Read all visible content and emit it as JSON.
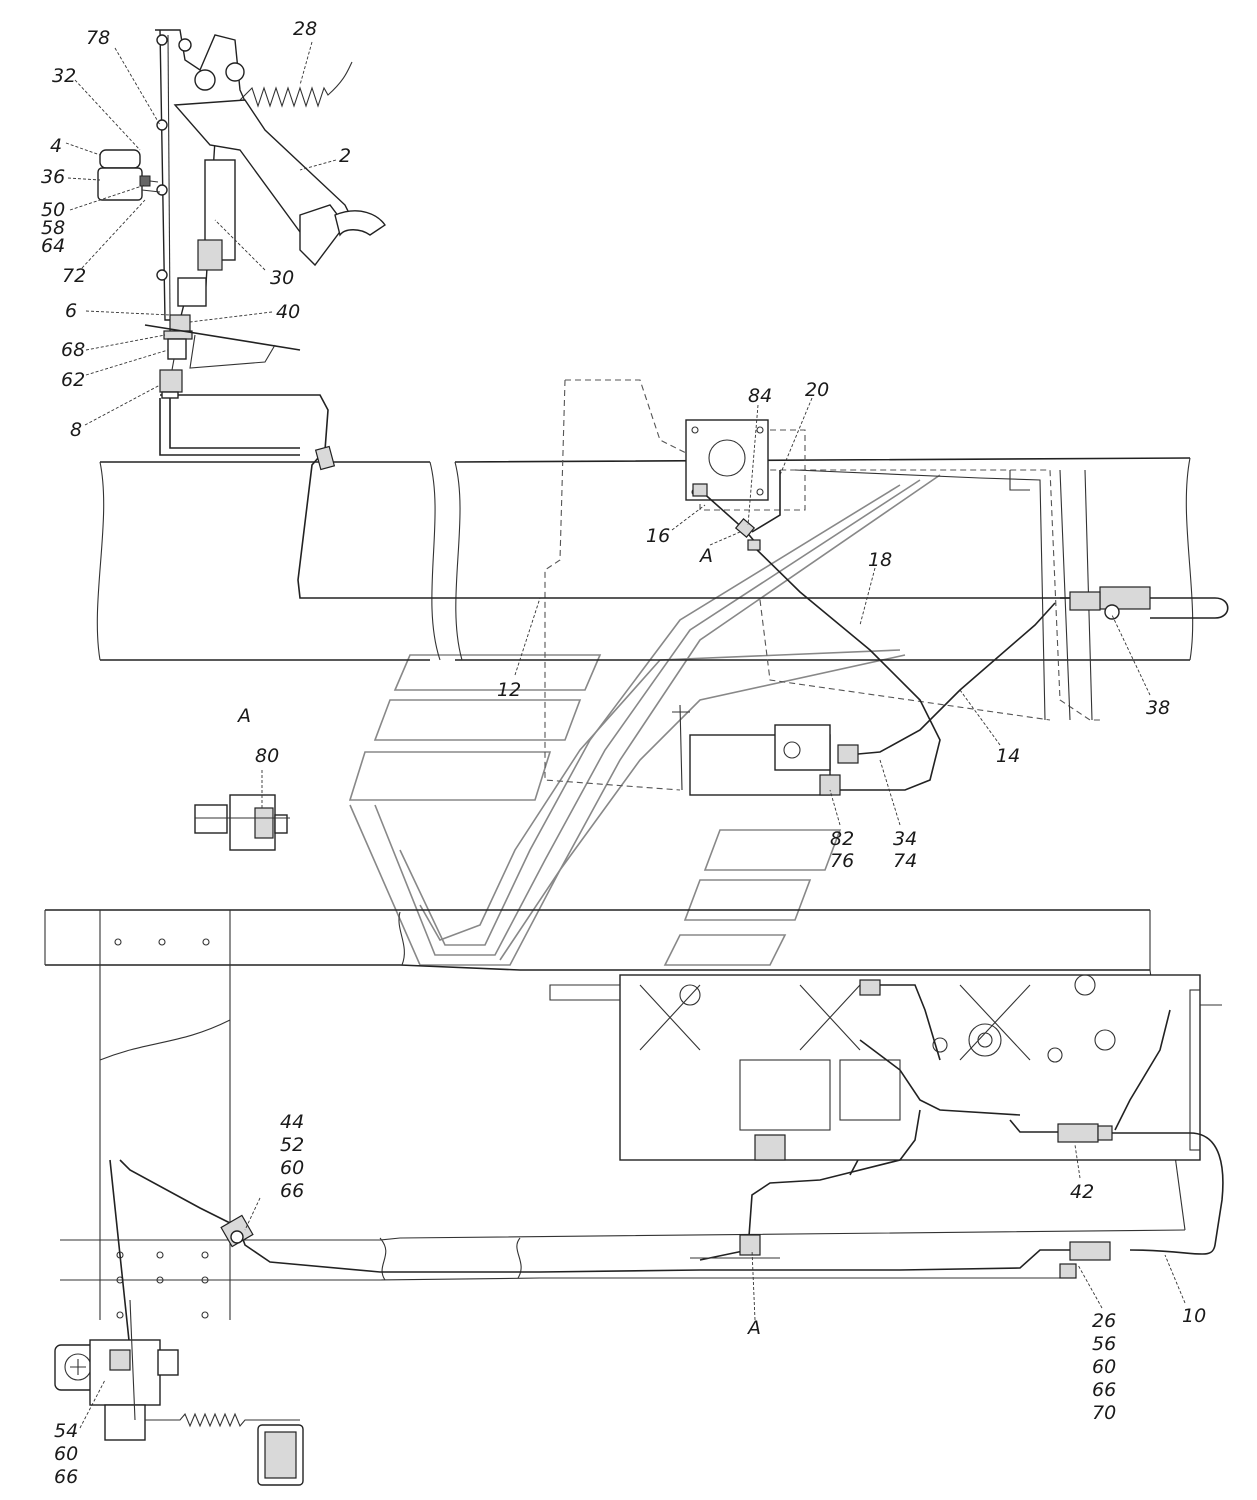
{
  "labels": {
    "l2": "2",
    "l4": "4",
    "l6": "6",
    "l8": "8",
    "l10": "10",
    "l12": "12",
    "l14": "14",
    "l16": "16",
    "l18": "18",
    "l20": "20",
    "l28": "28",
    "l30": "30",
    "l32": "32",
    "l36": "36",
    "l38": "38",
    "l40": "40",
    "l42": "42",
    "l62": "62",
    "l68": "68",
    "l72": "72",
    "l78": "78",
    "l80": "80",
    "l84": "84",
    "a1": "A",
    "a2": "A",
    "a3": "A",
    "s50": [
      "50",
      "58",
      "64"
    ],
    "s82": [
      "82",
      "76"
    ],
    "s34": [
      "34",
      "74"
    ],
    "s44": [
      "44",
      "52",
      "60",
      "66"
    ],
    "s26": [
      "26",
      "56",
      "60",
      "66",
      "70"
    ],
    "s54": [
      "54",
      "60",
      "66"
    ]
  }
}
